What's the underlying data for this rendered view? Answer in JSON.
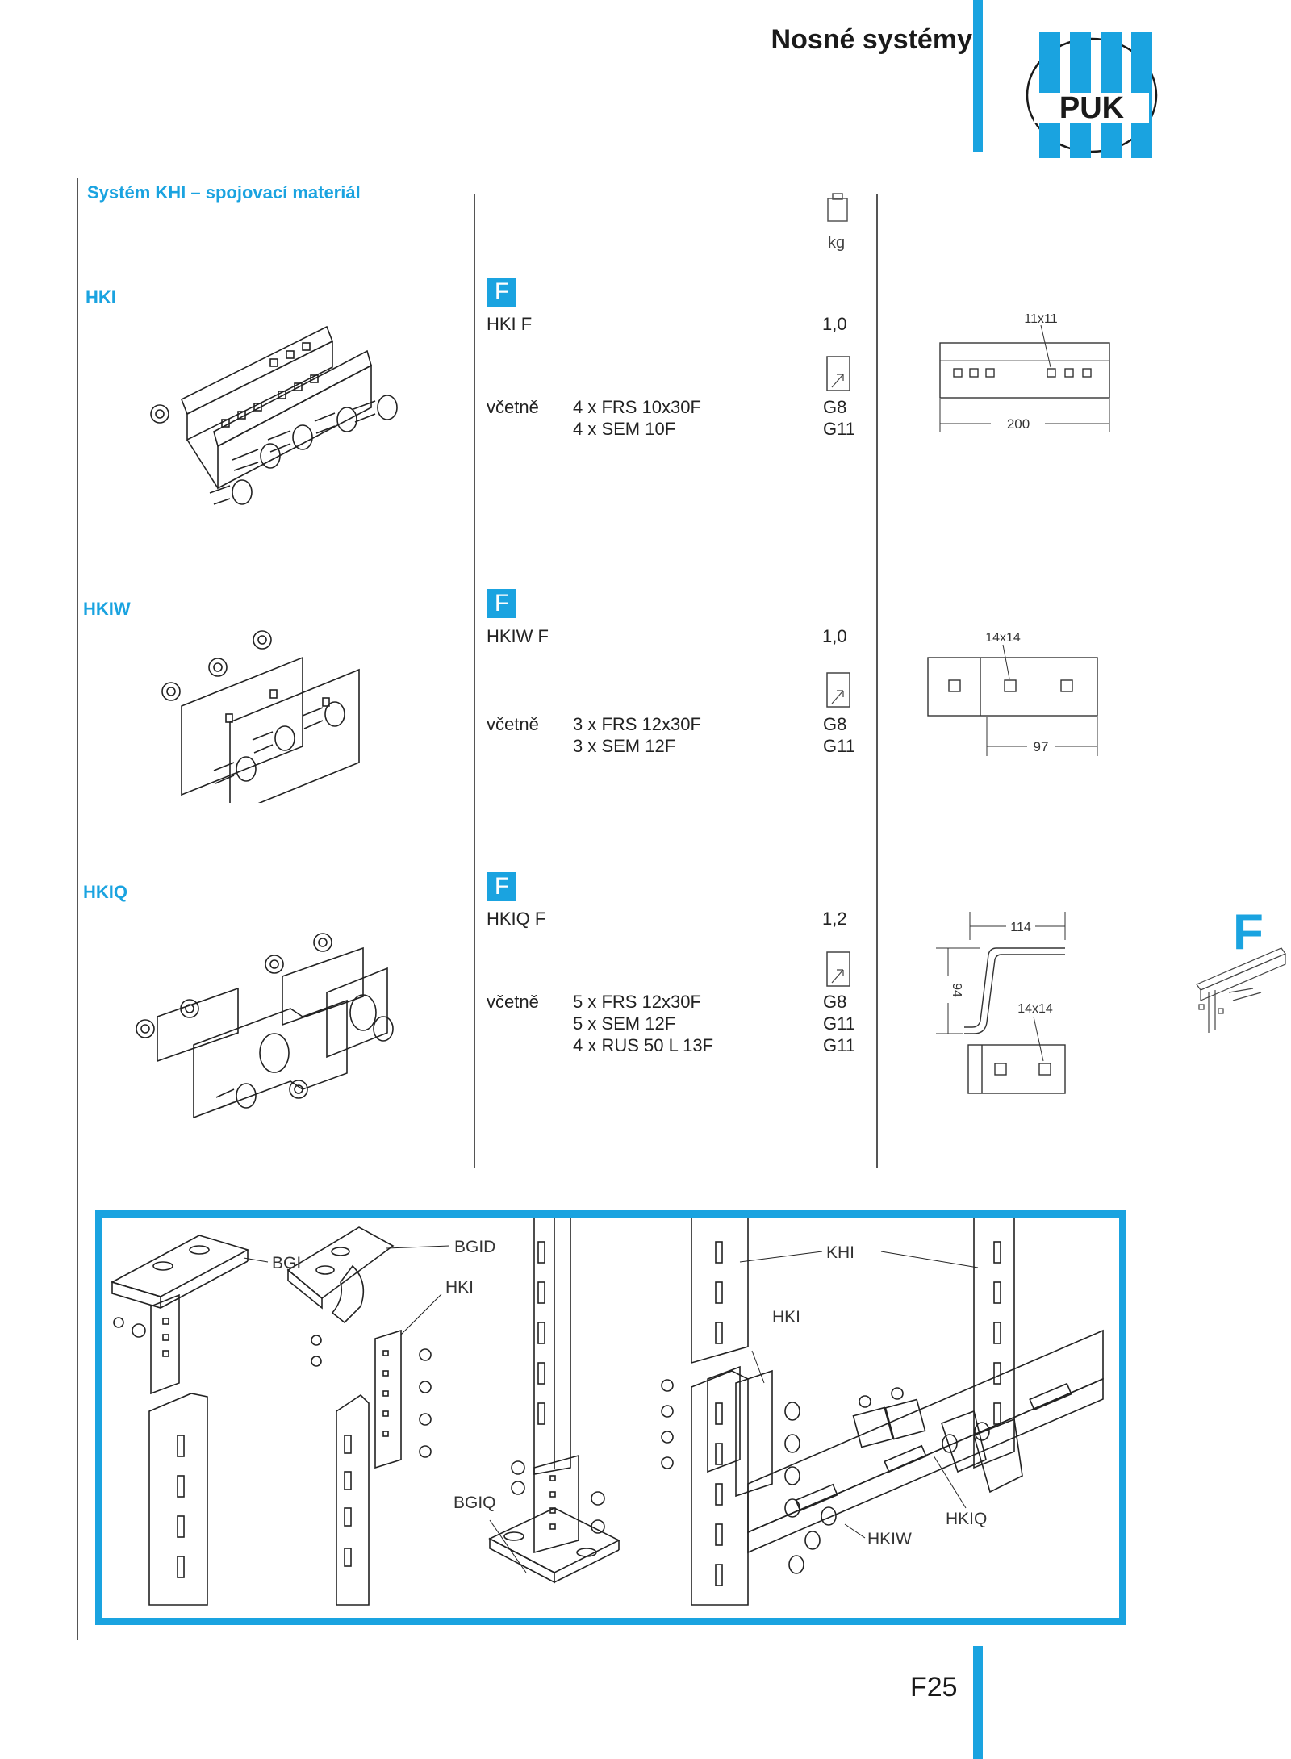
{
  "header": {
    "title": "Nosné systémy",
    "logo_text": "PUK",
    "logo": "puk-logo",
    "accent": "#1aa3e0"
  },
  "section": {
    "title": "Systém KHI – spojovací materiál",
    "weight_unit": "kg",
    "weight_icon": "weight-icon"
  },
  "products": [
    {
      "label": "HKI",
      "badge": "F",
      "code": "HKI F",
      "weight": "1,0",
      "includes_label": "včetně",
      "items": [
        {
          "text": "4 x FRS 10x30F",
          "ref": "G8"
        },
        {
          "text": "4 x SEM 10F",
          "ref": "G11"
        }
      ],
      "dims": {
        "hole": "11x11",
        "length": "200"
      }
    },
    {
      "label": "HKIW",
      "badge": "F",
      "code": "HKIW F",
      "weight": "1,0",
      "includes_label": "včetně",
      "items": [
        {
          "text": "3 x FRS 12x30F",
          "ref": "G8"
        },
        {
          "text": "3 x SEM 12F",
          "ref": "G11"
        }
      ],
      "dims": {
        "hole": "14x14",
        "length": "97"
      }
    },
    {
      "label": "HKIQ",
      "badge": "F",
      "code": "HKIQ F",
      "weight": "1,2",
      "includes_label": "včetně",
      "items": [
        {
          "text": "5 x FRS 12x30F",
          "ref": "G8"
        },
        {
          "text": "5 x SEM 12F",
          "ref": "G11"
        },
        {
          "text": "4 x RUS 50 L 13F",
          "ref": "G11"
        }
      ],
      "dims": {
        "width": "114",
        "height": "94",
        "hole": "14x14"
      }
    }
  ],
  "assembly_labels": {
    "bgi": "BGI",
    "bgid": "BGID",
    "hki_a": "HKI",
    "bgiq": "BGIQ",
    "khi": "KHI",
    "hki_b": "HKI",
    "hkiq": "HKIQ",
    "hkiw": "HKIW"
  },
  "side_tab": {
    "letter": "F"
  },
  "footer": {
    "page": "F25"
  }
}
